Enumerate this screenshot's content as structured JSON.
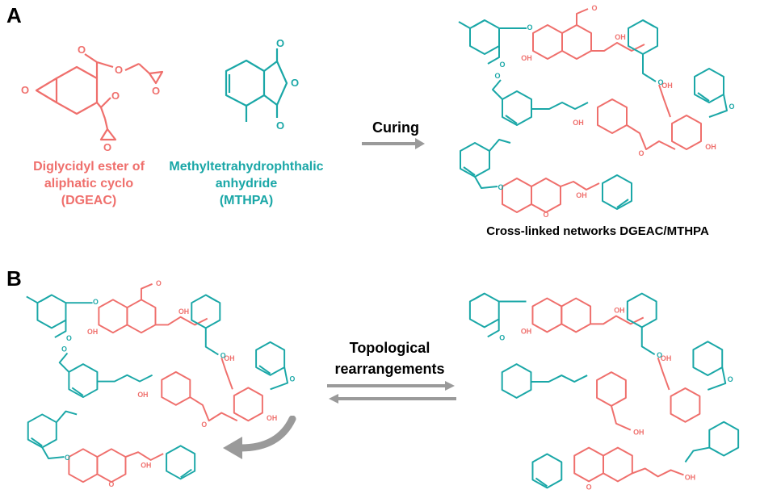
{
  "panels": {
    "a": "A",
    "b": "B"
  },
  "colors": {
    "epoxy": "#ef6f6c",
    "anhydride": "#1aa7a7",
    "arrow": "#9a9a9a",
    "text": "#000000"
  },
  "atoms": {
    "o": "O",
    "oh": "OH"
  },
  "dgeac": {
    "name": "Diglycidyl ester of\naliphatic cyclo\n(DGEAC)"
  },
  "mthpa": {
    "name": "Methyltetrahydrophthalic\nanhydride\n(MTHPA)"
  },
  "curing": {
    "label": "Curing"
  },
  "network": {
    "caption": "Cross-linked networks DGEAC/MTHPA"
  },
  "rearrangement": {
    "label": "Topological\nrearrangements"
  }
}
